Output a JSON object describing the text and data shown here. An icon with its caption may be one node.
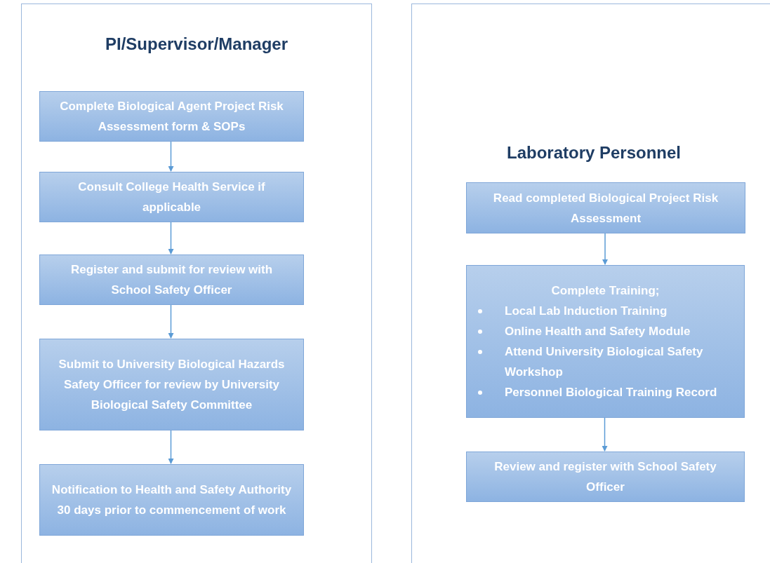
{
  "diagram": {
    "nodes": [
      {
        "text": [
          "PI/Supervisor/Manager"
        ]
      },
      {
        "text": [
          "Complete Biological Agent Project Risk Assessment form & SOPs"
        ],
        "in": 0
      },
      {
        "text": [
          "Consult College Health Service if applicable"
        ],
        "in": 0
      },
      {
        "text": [
          "Register and submit for review with School Safety Officer"
        ],
        "in": 0
      },
      {
        "text": [
          "Submit to University Biological Hazards Safety Officer for review by University Biological Safety Committee"
        ],
        "in": 0
      },
      {
        "text": [
          "Notification to Health and Safety Authority 30 days prior to commencement of work"
        ],
        "in": 0
      },
      {
        "text": [
          "Laboratory Personnel"
        ]
      },
      {
        "text": [
          "Read completed Biological Project Risk Assessment"
        ],
        "in": 6
      },
      {
        "text": [
          "Complete Training;",
          "Local Lab Induction Training",
          "Online Health and Safety Module",
          "Attend University Biological Safety Workshop",
          "Personnel Biological Training Record"
        ],
        "in": 6
      },
      {
        "text": [
          "Review and register with School Safety Officer"
        ],
        "in": 6
      }
    ],
    "edges": [
      {
        "from": 1,
        "to": 2,
        "arrow": "to"
      },
      {
        "from": 2,
        "to": 3,
        "arrow": "to"
      },
      {
        "from": 3,
        "to": 4,
        "arrow": "to"
      },
      {
        "from": 4,
        "to": 5,
        "arrow": "to"
      },
      {
        "from": 7,
        "to": 8,
        "arrow": "to"
      },
      {
        "from": 8,
        "to": 9,
        "arrow": "to"
      }
    ]
  }
}
